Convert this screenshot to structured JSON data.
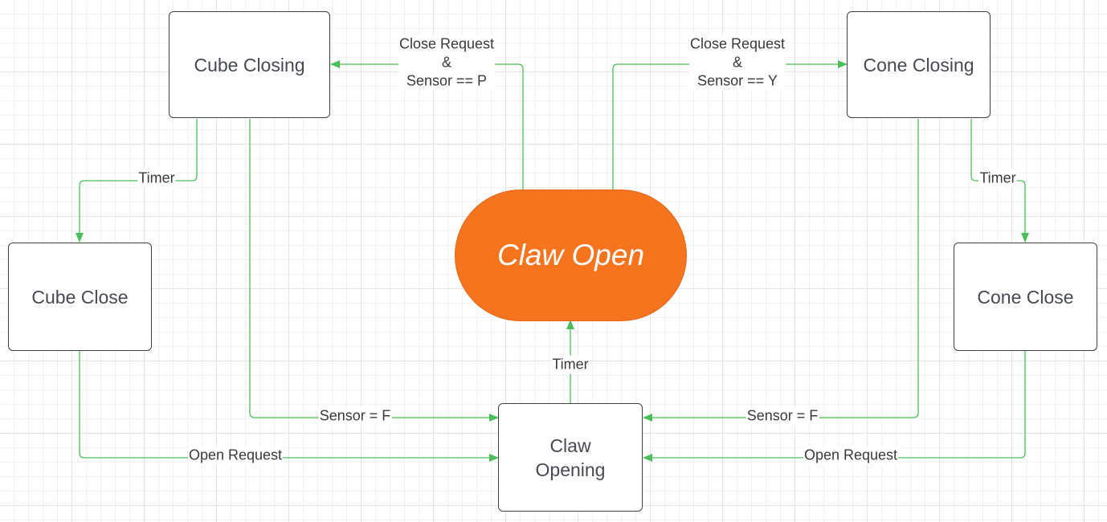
{
  "nodes": {
    "claw_open": "Claw Open",
    "cube_closing": "Cube Closing",
    "cone_closing": "Cone Closing",
    "cube_close": "Cube Close",
    "cone_close": "Cone Close",
    "claw_opening_line1": "Claw",
    "claw_opening_line2": "Opening"
  },
  "edges": {
    "to_cube_closing": {
      "line1": "Close Request",
      "line2": "&",
      "line3": "Sensor == P"
    },
    "to_cone_closing": {
      "line1": "Close Request",
      "line2": "&",
      "line3": "Sensor == Y"
    },
    "cube_timer": "Timer",
    "cone_timer": "Timer",
    "opening_timer": "Timer",
    "cube_sensor_f": "Sensor = F",
    "cone_sensor_f": "Sensor = F",
    "cube_open_request": "Open Request",
    "cone_open_request": "Open Request"
  },
  "colors": {
    "edge": "#4cbe5a",
    "start_fill": "#f7741e",
    "node_border": "#3f3f3f",
    "node_text": "#474a52"
  }
}
